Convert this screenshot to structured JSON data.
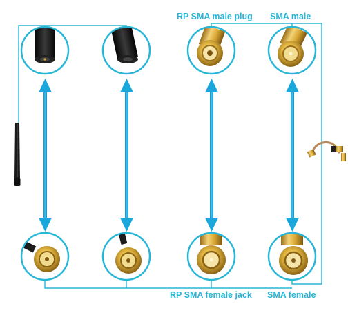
{
  "labels": {
    "rp_sma_male_plug": "RP SMA male plug",
    "sma_male": "SMA male",
    "rp_sma_female_jack": "RP SMA female jack",
    "sma_female": "SMA female"
  },
  "colors": {
    "accent": "#29b6d6",
    "arrow": "#1aa8dc",
    "connector_gold": "#d4a530",
    "antenna_black": "#151515",
    "cable_black": "#1c1c1c",
    "cable_tan": "#b88a5a"
  },
  "icons": {
    "antenna": "antenna-icon",
    "black_cap": "black-cap-connector-icon",
    "male_plug": "gold-male-plug-icon",
    "female_jack": "gold-female-jack-icon",
    "pigtail": "pigtail-cable-icon"
  }
}
